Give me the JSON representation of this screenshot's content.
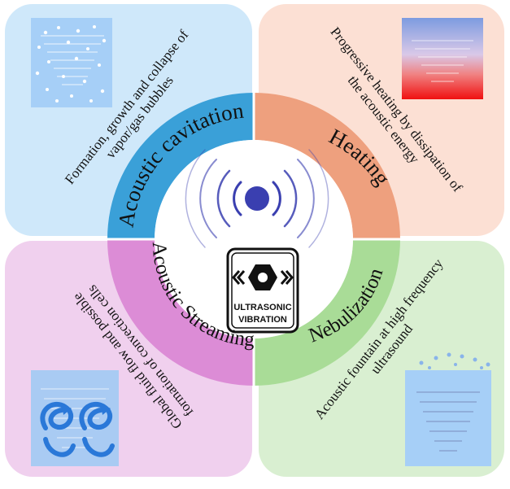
{
  "colors": {
    "cavitation_quadrant": "#cfe8fa",
    "heating_quadrant": "#fce0d4",
    "streaming_quadrant": "#f0d0ee",
    "nebulization_quadrant": "#d9efd1",
    "cavitation_ring": "#3aa0d8",
    "heating_ring": "#eea07e",
    "streaming_ring": "#dc8cd6",
    "nebulization_ring": "#a9dc97",
    "center_circle": "#ffffff",
    "wave_icon": "#3a3fb0"
  },
  "quadrants": {
    "cavitation": {
      "ring_label": "Acoustic cavitation",
      "description_line1": "Formation, growth and collapse of",
      "description_line2": "vapor/gas bubbles",
      "icon": "bubbles-in-liquid-icon"
    },
    "heating": {
      "ring_label": "Heating",
      "description_line1": "Progressive heating by dissipation of",
      "description_line2": "the acoustic energy",
      "icon": "temperature-gradient-icon"
    },
    "streaming": {
      "ring_label": "Acoustic Streaming",
      "description_line1": "Global fluid flow and possible",
      "description_line2": "formation of convection cells",
      "icon": "convection-swirl-icon"
    },
    "nebulization": {
      "ring_label": "Nebulization",
      "description_line1": "Acoustic fountain at high frequency",
      "description_line2": "ultrasound",
      "icon": "droplet-fountain-icon"
    }
  },
  "center": {
    "icon": "sound-wave-icon",
    "badge_icon": "ultrasonic-transducer-icon",
    "badge_line1": "ULTRASONIC",
    "badge_line2": "VIBRATION"
  }
}
